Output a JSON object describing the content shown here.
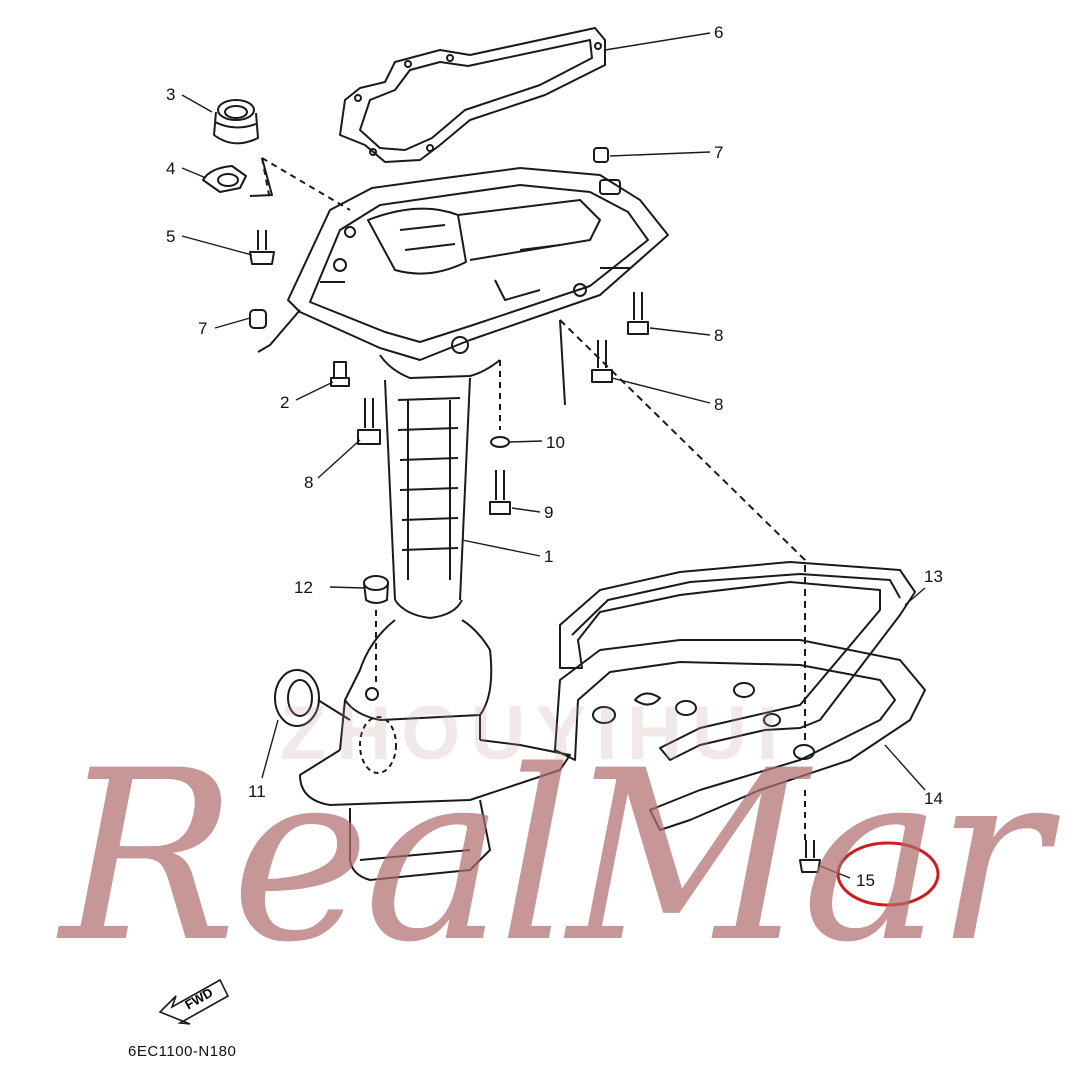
{
  "callouts": [
    {
      "id": "1",
      "label": "1"
    },
    {
      "id": "2",
      "label": "2"
    },
    {
      "id": "3",
      "label": "3"
    },
    {
      "id": "4",
      "label": "4"
    },
    {
      "id": "5",
      "label": "5"
    },
    {
      "id": "6",
      "label": "6"
    },
    {
      "id": "7a",
      "label": "7"
    },
    {
      "id": "7b",
      "label": "7"
    },
    {
      "id": "8a",
      "label": "8"
    },
    {
      "id": "8b",
      "label": "8"
    },
    {
      "id": "8c",
      "label": "8"
    },
    {
      "id": "9",
      "label": "9"
    },
    {
      "id": "10",
      "label": "10"
    },
    {
      "id": "11",
      "label": "11"
    },
    {
      "id": "12",
      "label": "12"
    },
    {
      "id": "13",
      "label": "13"
    },
    {
      "id": "14",
      "label": "14"
    },
    {
      "id": "15",
      "label": "15"
    }
  ],
  "diagram_code": "6EC1100-N180",
  "fwd_label": "FWD",
  "watermark_text": "RealMar",
  "watermark_faint": "ZHOUYIHUI",
  "highlight_color": "#d01c1c",
  "watermark_color": "#b26e6e"
}
